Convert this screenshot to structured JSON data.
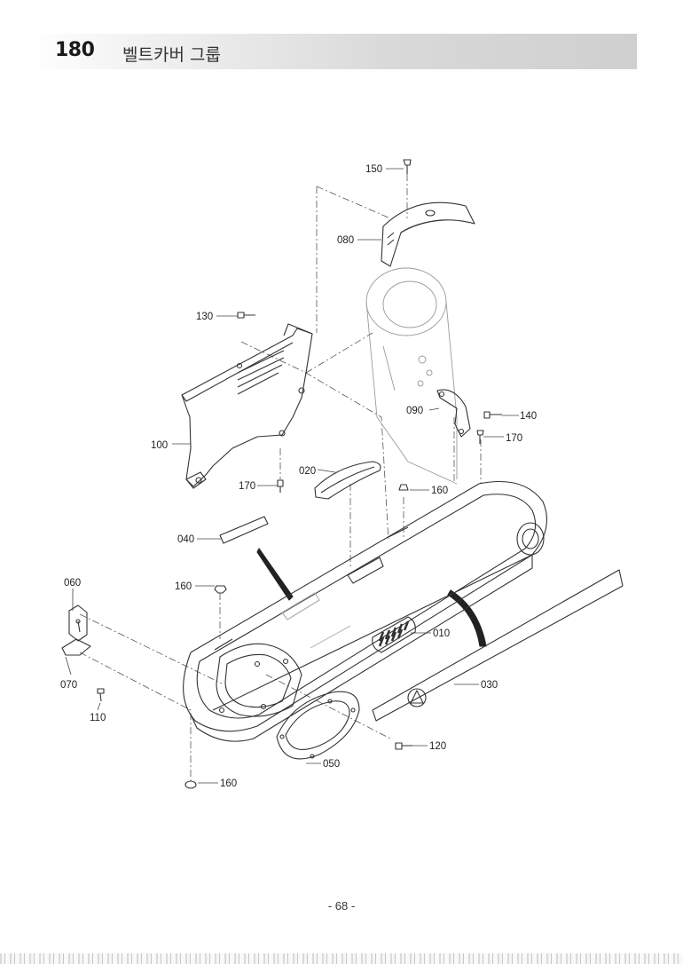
{
  "header": {
    "number": "180",
    "title": "벨트카버 그룹"
  },
  "footer": {
    "page": "- 68 -"
  },
  "callouts": {
    "c150": "150",
    "c080": "080",
    "c130": "130",
    "c090": "090",
    "c140": "140",
    "c170a": "170",
    "c100": "100",
    "c020": "020",
    "c170b": "170",
    "c160a": "160",
    "c040": "040",
    "c060": "060",
    "c160b": "160",
    "c010": "010",
    "c070": "070",
    "c030": "030",
    "c110": "110",
    "c120": "120",
    "c050": "050",
    "c160c": "160"
  }
}
